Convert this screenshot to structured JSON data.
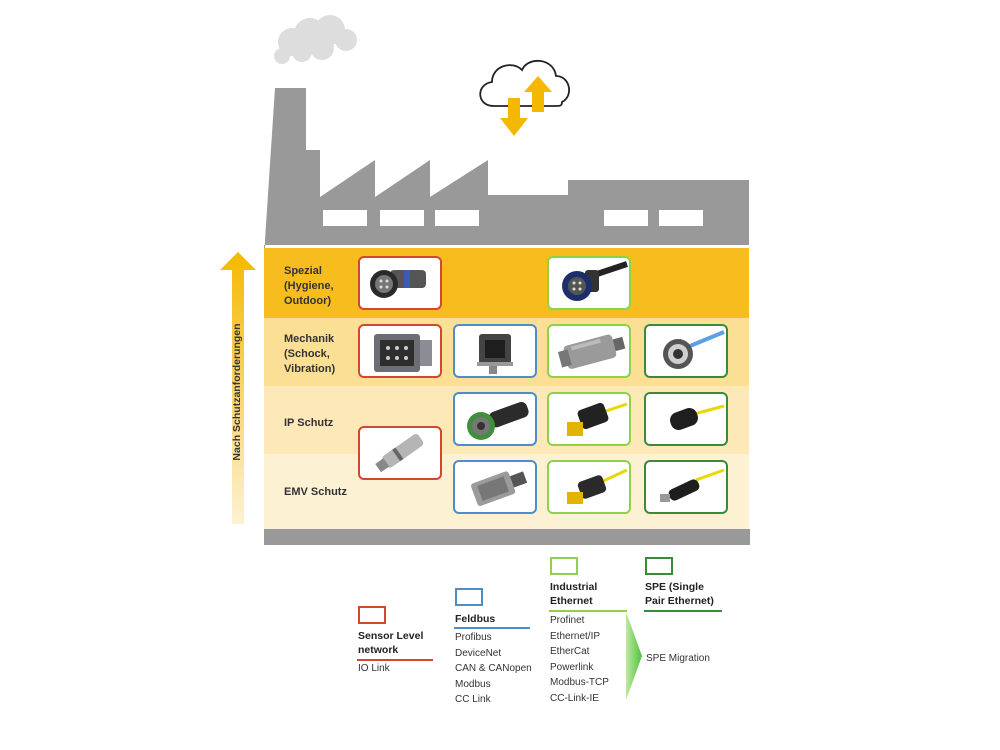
{
  "y_axis_label": "Nach Schutzanforderungen",
  "rows": [
    {
      "label": "Spezial (Hygiene, Outdoor)",
      "lines": [
        "Spezial",
        "(Hygiene,",
        "Outdoor)"
      ]
    },
    {
      "label": "Mechanik (Schock, Vibration)",
      "lines": [
        "Mechanik",
        "(Schock,",
        "Vibration)"
      ]
    },
    {
      "label": "IP Schutz",
      "lines": [
        "IP Schutz"
      ]
    },
    {
      "label": "EMV Schutz",
      "lines": [
        "EMV Schutz"
      ]
    }
  ],
  "colors": {
    "factory_gray": "#999999",
    "arrow_yellow": "#f5b800",
    "row_spezial": "#f7bd1f",
    "row_mechanik": "#fbdf95",
    "row_ip": "#fde9b8",
    "row_emv": "#fdf1d3",
    "sensor_level": "#d2472f",
    "feldbus": "#4b8ec9",
    "industrial_ethernet": "#8fd24a",
    "spe": "#3a8a3a"
  },
  "legend": {
    "sensor_level": {
      "title_lines": [
        "Sensor Level",
        "network"
      ],
      "items": [
        "IO Link"
      ]
    },
    "feldbus": {
      "title_lines": [
        "Feldbus"
      ],
      "items": [
        "Profibus",
        "DeviceNet",
        "CAN & CANopen",
        "Modbus",
        "CC Link"
      ]
    },
    "industrial_ethernet": {
      "title_lines": [
        "Industrial",
        "Ethernet"
      ],
      "items": [
        "Profinet",
        "Ethernet/IP",
        "EtherCat",
        "Powerlink",
        "Modbus-TCP",
        "CC-Link-IE"
      ]
    },
    "spe": {
      "title_lines": [
        "SPE (Single",
        "Pair Ethernet)"
      ],
      "items": [
        "SPE Migration"
      ]
    }
  },
  "icons": [
    "smoke-cloud-icon",
    "cloud-icon",
    "upload-arrow-icon",
    "download-arrow-icon",
    "up-arrow-icon",
    "migration-arrow-icon",
    "connector-icon"
  ]
}
